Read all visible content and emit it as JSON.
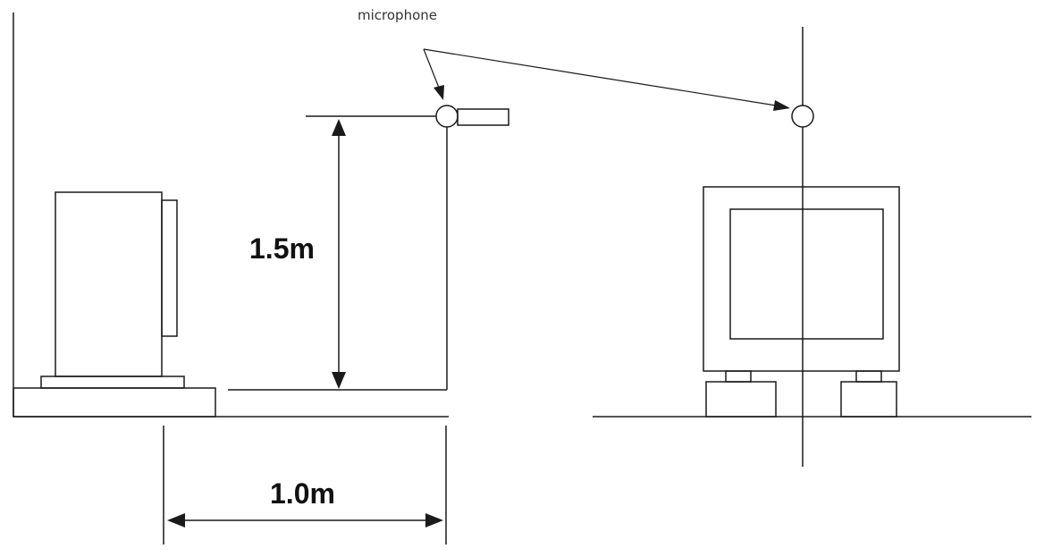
{
  "labels": {
    "microphone": "microphone",
    "height": "1.5m",
    "distance": "1.0m"
  },
  "colors": {
    "line": "#1a1a1a",
    "background": "#ffffff"
  }
}
